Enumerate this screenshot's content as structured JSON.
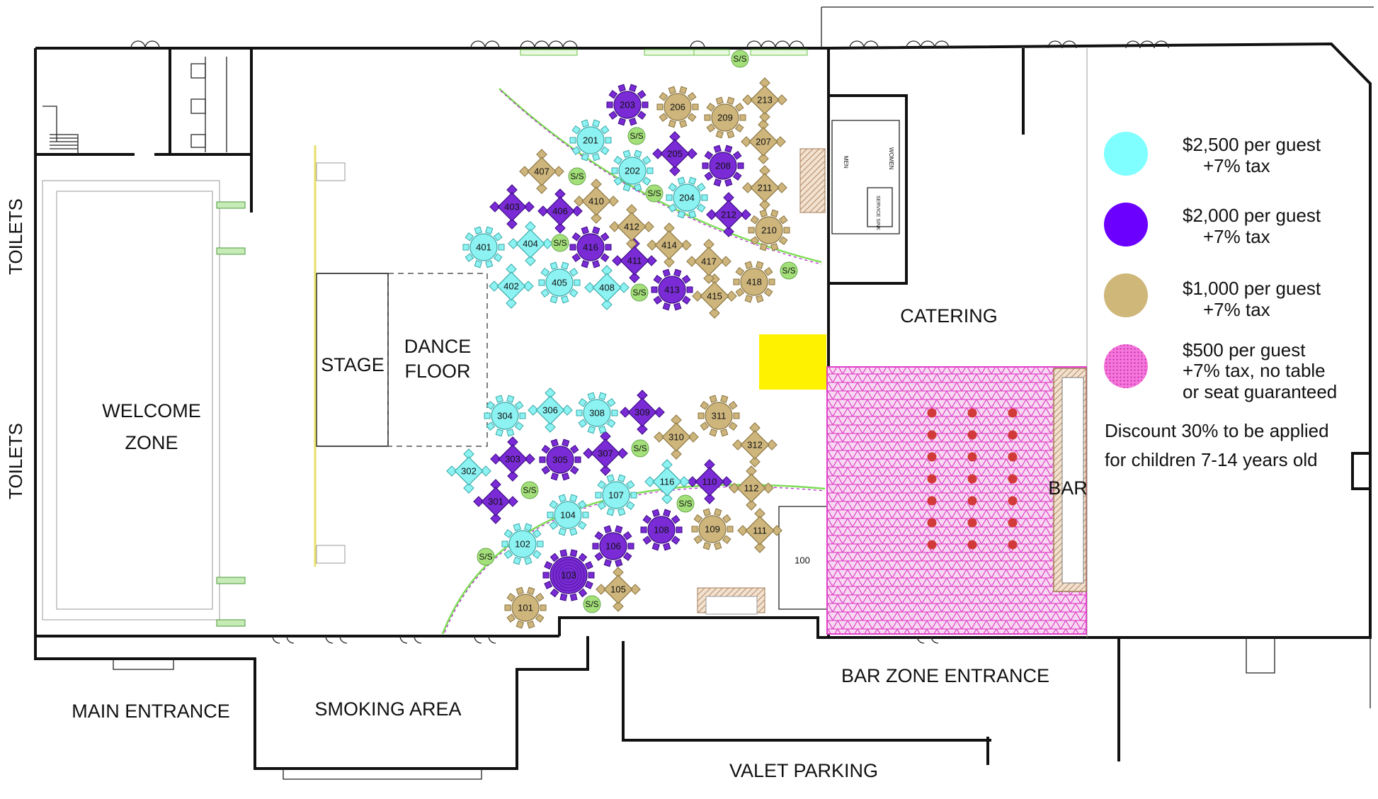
{
  "labels": {
    "toilets_top": "TOILETS",
    "toilets_bottom": "TOILETS",
    "welcome_line1": "WELCOME",
    "welcome_line2": "ZONE",
    "stage": "STAGE",
    "dance_line1": "DANCE",
    "dance_line2": "FLOOR",
    "catering": "CATERING",
    "bar": "BAR",
    "main_entrance": "MAIN ENTRANCE",
    "smoking_area": "SMOKING AREA",
    "bar_zone_entrance": "BAR ZONE ENTRANCE",
    "valet_parking": "VALET PARKING",
    "table_100": "100",
    "men": "MEN",
    "women": "WOMEN",
    "service_sink": "SERVICE SINK"
  },
  "service_station_label": "S/S",
  "legend": [
    {
      "tier": "cyan",
      "color": "#7fffff",
      "line1": "$2,500 per guest",
      "line2": "+7% tax",
      "line3": ""
    },
    {
      "tier": "purple",
      "color": "#6b00ff",
      "line1": "$2,000 per guest",
      "line2": "+7% tax",
      "line3": ""
    },
    {
      "tier": "tan",
      "color": "#cfb77a",
      "line1": "$1,000 per guest",
      "line2": "+7% tax",
      "line3": ""
    },
    {
      "tier": "pink",
      "color": "#f070d8",
      "line1": "$500 per guest",
      "line2": "+7% tax, no table",
      "line3": "or seat guaranteed"
    }
  ],
  "discount_line1": "Discount 30% to be applied",
  "discount_line2": "for children 7-14 years old",
  "colors": {
    "cyan": "#8cf2f2",
    "purple": "#7a2bd6",
    "tan": "#cdb57c",
    "service_station": "#a4e07a",
    "highlight": "#fff200",
    "bar_pattern": "#e040c8"
  },
  "tables": [
    {
      "id": "101",
      "tier": "tan",
      "shape": "round"
    },
    {
      "id": "102",
      "tier": "cyan",
      "shape": "round"
    },
    {
      "id": "103",
      "tier": "purple",
      "shape": "large"
    },
    {
      "id": "104",
      "tier": "cyan",
      "shape": "round"
    },
    {
      "id": "105",
      "tier": "tan",
      "shape": "square"
    },
    {
      "id": "106",
      "tier": "purple",
      "shape": "round"
    },
    {
      "id": "107",
      "tier": "cyan",
      "shape": "round"
    },
    {
      "id": "108",
      "tier": "purple",
      "shape": "round"
    },
    {
      "id": "109",
      "tier": "tan",
      "shape": "round"
    },
    {
      "id": "110",
      "tier": "purple",
      "shape": "square"
    },
    {
      "id": "111",
      "tier": "tan",
      "shape": "square"
    },
    {
      "id": "112",
      "tier": "tan",
      "shape": "square"
    },
    {
      "id": "116",
      "tier": "cyan",
      "shape": "square"
    },
    {
      "id": "201",
      "tier": "cyan",
      "shape": "round"
    },
    {
      "id": "202",
      "tier": "cyan",
      "shape": "round"
    },
    {
      "id": "203",
      "tier": "purple",
      "shape": "round"
    },
    {
      "id": "204",
      "tier": "cyan",
      "shape": "round"
    },
    {
      "id": "205",
      "tier": "purple",
      "shape": "square"
    },
    {
      "id": "206",
      "tier": "tan",
      "shape": "round"
    },
    {
      "id": "207",
      "tier": "tan",
      "shape": "square"
    },
    {
      "id": "208",
      "tier": "purple",
      "shape": "round"
    },
    {
      "id": "209",
      "tier": "tan",
      "shape": "round"
    },
    {
      "id": "210",
      "tier": "tan",
      "shape": "round"
    },
    {
      "id": "211",
      "tier": "tan",
      "shape": "square"
    },
    {
      "id": "212",
      "tier": "purple",
      "shape": "square"
    },
    {
      "id": "213",
      "tier": "tan",
      "shape": "square"
    },
    {
      "id": "301",
      "tier": "purple",
      "shape": "square"
    },
    {
      "id": "302",
      "tier": "cyan",
      "shape": "square"
    },
    {
      "id": "303",
      "tier": "purple",
      "shape": "square"
    },
    {
      "id": "304",
      "tier": "cyan",
      "shape": "round"
    },
    {
      "id": "305",
      "tier": "purple",
      "shape": "round"
    },
    {
      "id": "306",
      "tier": "cyan",
      "shape": "square"
    },
    {
      "id": "307",
      "tier": "purple",
      "shape": "square"
    },
    {
      "id": "308",
      "tier": "cyan",
      "shape": "round"
    },
    {
      "id": "309",
      "tier": "purple",
      "shape": "square"
    },
    {
      "id": "310",
      "tier": "tan",
      "shape": "square"
    },
    {
      "id": "311",
      "tier": "tan",
      "shape": "round"
    },
    {
      "id": "312",
      "tier": "tan",
      "shape": "square"
    },
    {
      "id": "401",
      "tier": "cyan",
      "shape": "round"
    },
    {
      "id": "402",
      "tier": "cyan",
      "shape": "square"
    },
    {
      "id": "403",
      "tier": "purple",
      "shape": "square"
    },
    {
      "id": "404",
      "tier": "cyan",
      "shape": "square"
    },
    {
      "id": "405",
      "tier": "cyan",
      "shape": "round"
    },
    {
      "id": "406",
      "tier": "purple",
      "shape": "square"
    },
    {
      "id": "407",
      "tier": "tan",
      "shape": "square"
    },
    {
      "id": "408",
      "tier": "cyan",
      "shape": "square"
    },
    {
      "id": "410",
      "tier": "tan",
      "shape": "square"
    },
    {
      "id": "411",
      "tier": "purple",
      "shape": "square"
    },
    {
      "id": "412",
      "tier": "tan",
      "shape": "square"
    },
    {
      "id": "413",
      "tier": "purple",
      "shape": "round"
    },
    {
      "id": "414",
      "tier": "tan",
      "shape": "square"
    },
    {
      "id": "415",
      "tier": "tan",
      "shape": "square"
    },
    {
      "id": "416",
      "tier": "purple",
      "shape": "round"
    },
    {
      "id": "417",
      "tier": "tan",
      "shape": "square"
    },
    {
      "id": "418",
      "tier": "tan",
      "shape": "round"
    }
  ]
}
